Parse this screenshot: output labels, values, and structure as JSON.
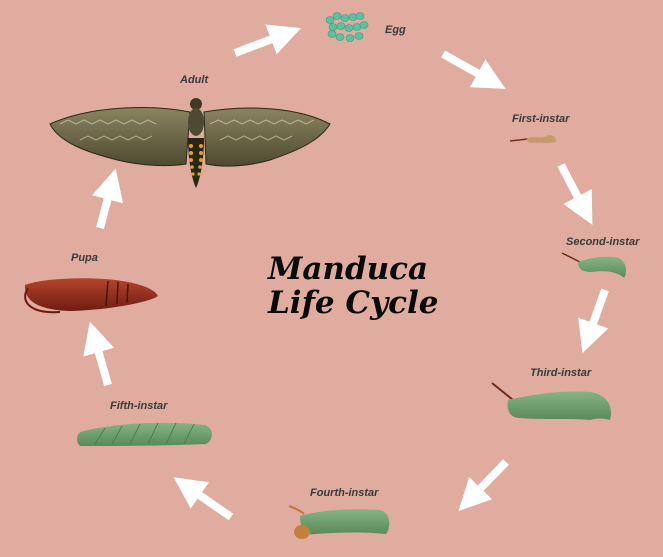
{
  "title": {
    "line1": "Manduca",
    "line2": "Life Cycle"
  },
  "stages": [
    {
      "id": "egg",
      "label": "Egg"
    },
    {
      "id": "first-instar",
      "label": "First-instar"
    },
    {
      "id": "second-instar",
      "label": "Second-instar"
    },
    {
      "id": "third-instar",
      "label": "Third-instar"
    },
    {
      "id": "fourth-instar",
      "label": "Fourth-instar"
    },
    {
      "id": "fifth-instar",
      "label": "Fifth-instar"
    },
    {
      "id": "pupa",
      "label": "Pupa"
    },
    {
      "id": "adult",
      "label": "Adult"
    }
  ],
  "colors": {
    "background": "#e0aca0",
    "arrow": "#ffffff",
    "label_text": "#3a3a3a",
    "title_text": "#0a0a0a",
    "larva_green": "#6f9e6c",
    "pupa_red": "#8e2a1c",
    "egg_green": "#5fc0a0",
    "moth_brown": "#6b6240"
  }
}
